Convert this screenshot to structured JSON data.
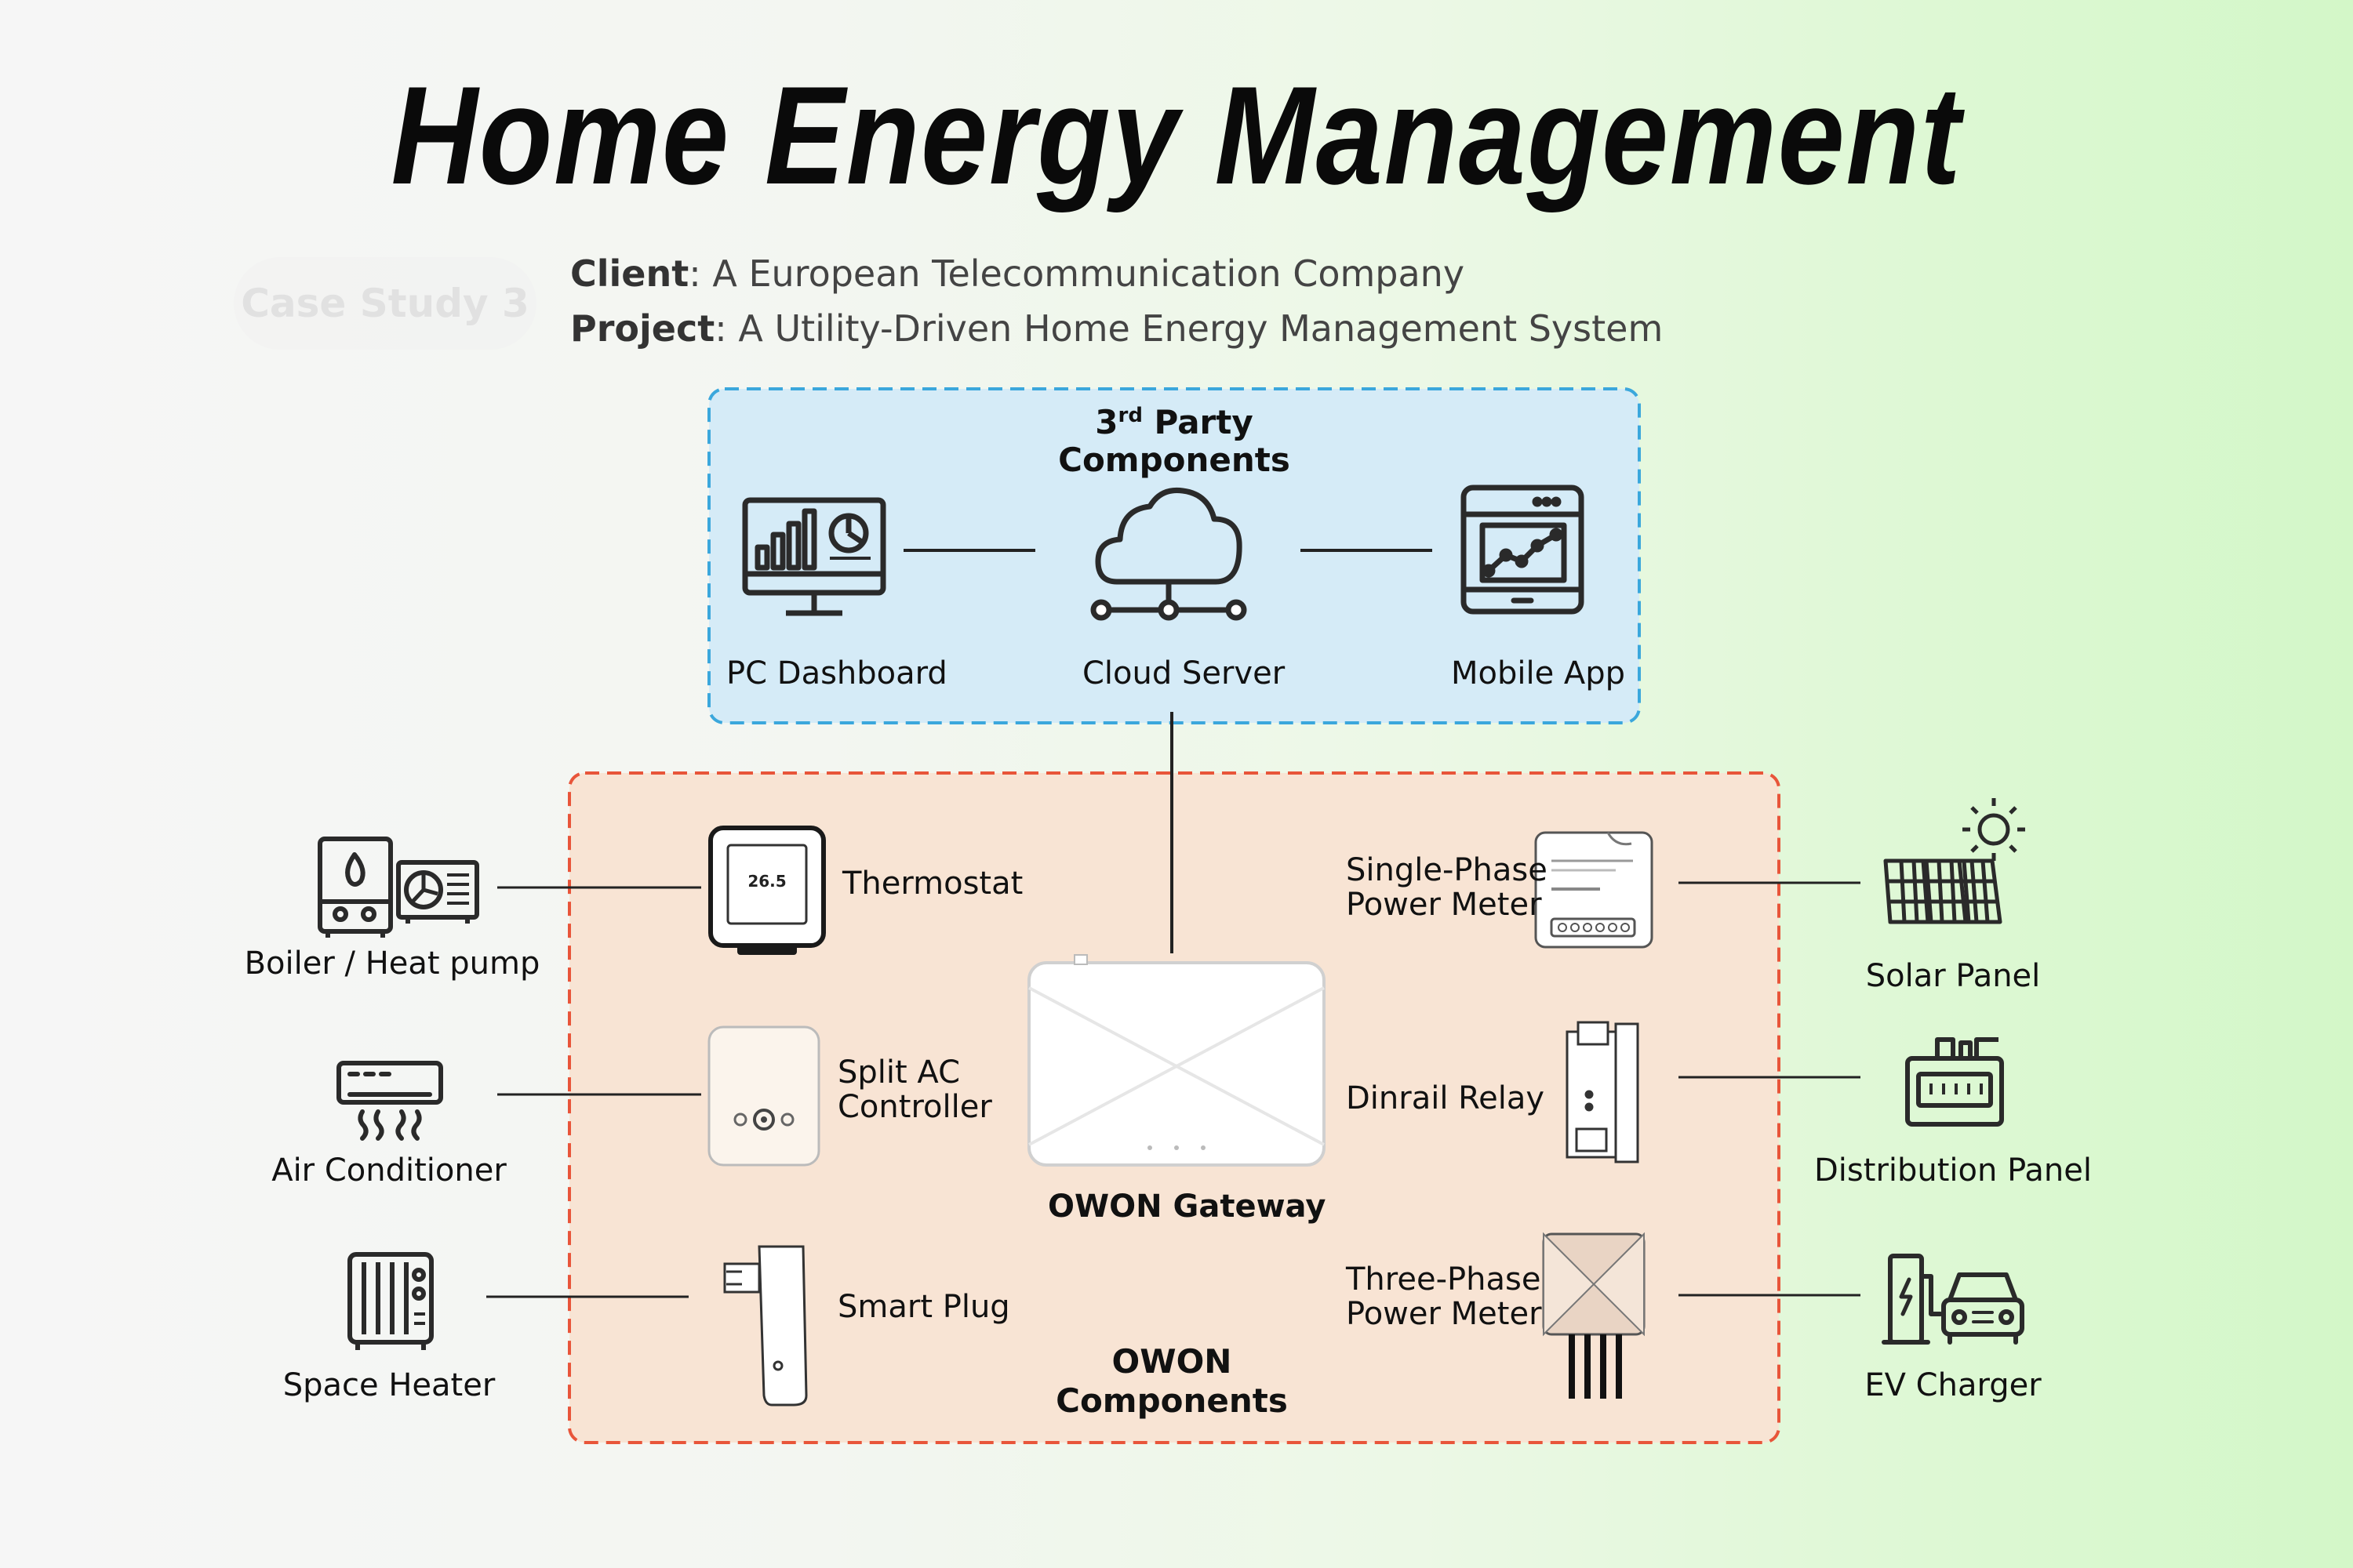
{
  "title": "Home Energy Management",
  "badge": "Case Study 3",
  "client_label": "Client",
  "client_value": "A European Telecommunication Company",
  "project_label": "Project",
  "project_value": "A Utility-Driven Home Energy Management System",
  "third_party": {
    "title_number": "3",
    "title_sup": "rd",
    "title_rest": " Party",
    "title_line2": "Components",
    "pc_dashboard": "PC Dashboard",
    "cloud_server": "Cloud Server",
    "mobile_app": "Mobile App"
  },
  "owon": {
    "title_line1": "OWON",
    "title_line2": "Components",
    "gateway": "OWON Gateway",
    "thermostat": "Thermostat",
    "thermostat_display": "26.5",
    "split_ac_line1": "Split AC",
    "split_ac_line2": "Controller",
    "smart_plug": "Smart Plug",
    "single_phase_line1": "Single-Phase",
    "single_phase_line2": "Power Meter",
    "dinrail_relay": "Dinrail Relay",
    "three_phase_line1": "Three-Phase",
    "three_phase_line2": "Power Meter"
  },
  "appliances": {
    "boiler": "Boiler / Heat pump",
    "air_conditioner": "Air Conditioner",
    "space_heater": "Space Heater",
    "solar_panel": "Solar Panel",
    "distribution_panel": "Distribution Panel",
    "ev_charger": "EV Charger"
  },
  "colors": {
    "third_party_fill": "#d5ebf7",
    "third_party_border": "#3ba7dc",
    "owon_fill": "#f8e4d4",
    "owon_border": "#e8553a"
  }
}
